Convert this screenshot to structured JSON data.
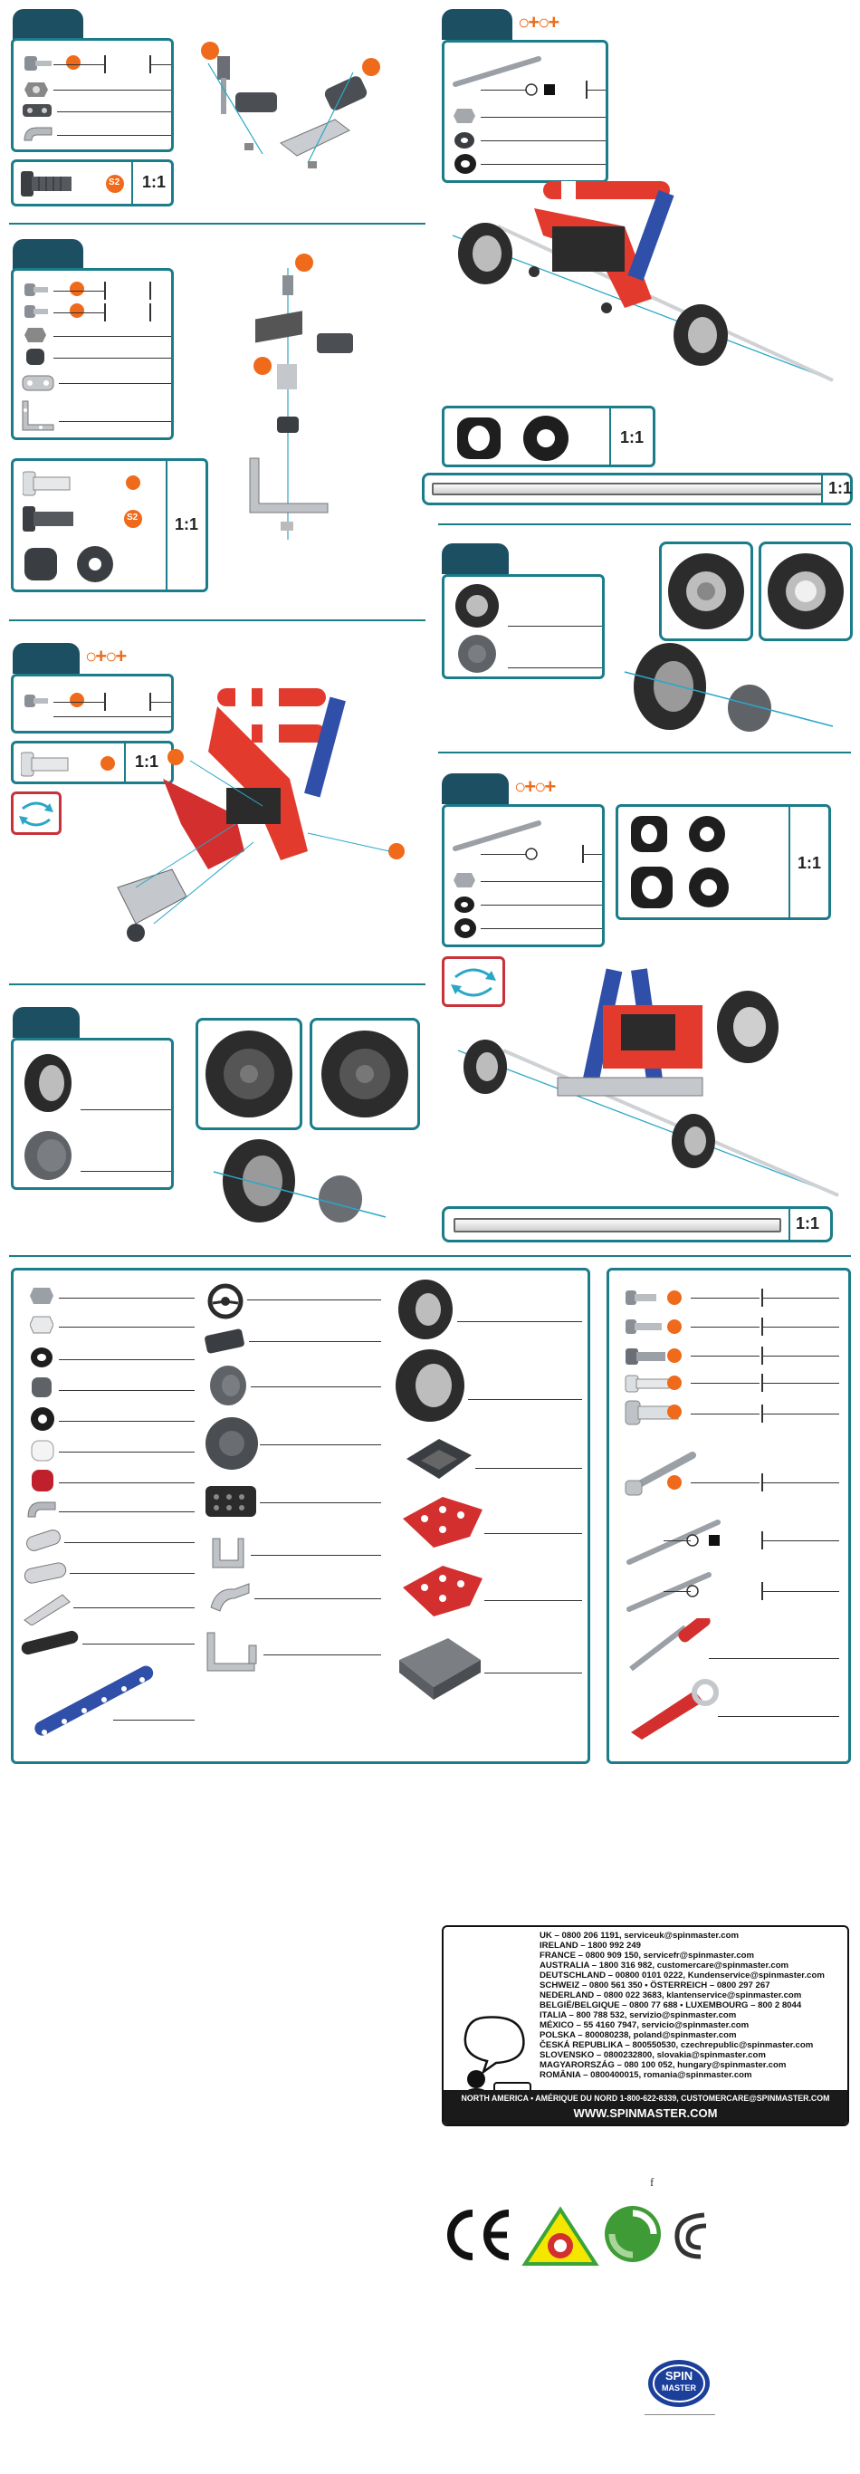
{
  "ratio_label": "1:1",
  "bolt_size_label": "S2",
  "footnote_mark": "f",
  "contacts": {
    "lines": [
      "UK – 0800 206 1191, serviceuk@spinmaster.com",
      "IRELAND – 1800 992 249",
      "FRANCE – 0800 909 150, servicefr@spinmaster.com",
      "AUSTRALIA – 1800 316 982, customercare@spinmaster.com",
      "DEUTSCHLAND – 00800 0101 0222, Kundenservice@spinmaster.com",
      "SCHWEIZ – 0800 561 350  •  ÖSTERREICH – 0800 297 267",
      "NEDERLAND – 0800 022 3683, klantenservice@spinmaster.com",
      "BELGIË/BELGIQUE – 0800 77 688  •  LUXEMBOURG – 800 2 8044",
      "ITALIA – 800 788 532, servizio@spinmaster.com",
      "MÉXICO – 55 4160 7947, servicio@spinmaster.com",
      "POLSKA – 800080238, poland@spinmaster.com",
      "ČESKÁ REPUBLIKA – 800550530, czechrepublic@spinmaster.com",
      "SLOVENSKO – 0800232800, slovakia@spinmaster.com",
      "MAGYARORSZÁG – 080 100 052, hungary@spinmaster.com",
      "ROMÂNIA – 0800400015, romania@spinmaster.com"
    ],
    "north_america": "NORTH AMERICA • AMÉRIQUE DU NORD 1-800-622-8339, CUSTOMERCARE@SPINMASTER.COM",
    "website": "WWW.SPINMASTER.COM"
  },
  "brand": {
    "line1": "SPIN",
    "line2": "MASTER"
  },
  "colors": {
    "teal": "#1b7c8a",
    "navy_tab": "#1d4f63",
    "orange": "#ef6a1a",
    "red": "#e23b2e",
    "blue": "#2f4fa8"
  }
}
